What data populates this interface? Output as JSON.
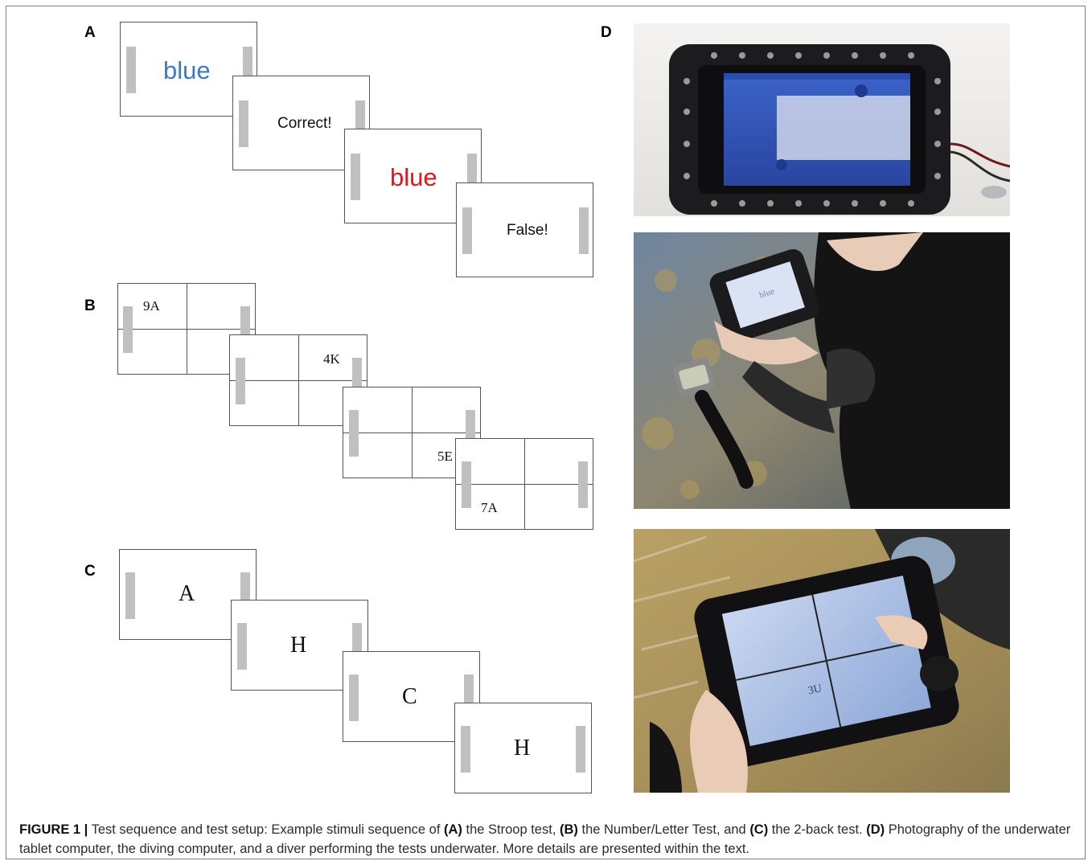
{
  "panels": {
    "A": {
      "label": "A",
      "cards": [
        {
          "text": "blue",
          "color": "#3f78c4"
        },
        {
          "text": "Correct!",
          "color": "#111111"
        },
        {
          "text": "blue",
          "color": "#e8141c"
        },
        {
          "text": "False!",
          "color": "#111111"
        }
      ]
    },
    "B": {
      "label": "B",
      "cards": [
        {
          "text": "9A"
        },
        {
          "text": "4K"
        },
        {
          "text": "5E"
        },
        {
          "text": "7A"
        }
      ]
    },
    "C": {
      "label": "C",
      "cards": [
        {
          "text": "A"
        },
        {
          "text": "H"
        },
        {
          "text": "C"
        },
        {
          "text": "H"
        }
      ]
    },
    "D": {
      "label": "D",
      "photo2_screen_text": "blue",
      "photo3_screen_text": "3U"
    }
  },
  "caption": {
    "figure_label": "FIGURE 1 |",
    "seg1": " Test sequence and test setup: Example stimuli sequence of ",
    "refA": "(A)",
    "seg2": " the Stroop test, ",
    "refB": "(B)",
    "seg3": " the Number/Letter Test, and ",
    "refC": "(C)",
    "seg4": " the 2-back test. ",
    "refD": "(D)",
    "seg5": " Photography of the underwater tablet computer, the diving computer, and a diver performing the tests underwater. More details are presented within the text."
  }
}
